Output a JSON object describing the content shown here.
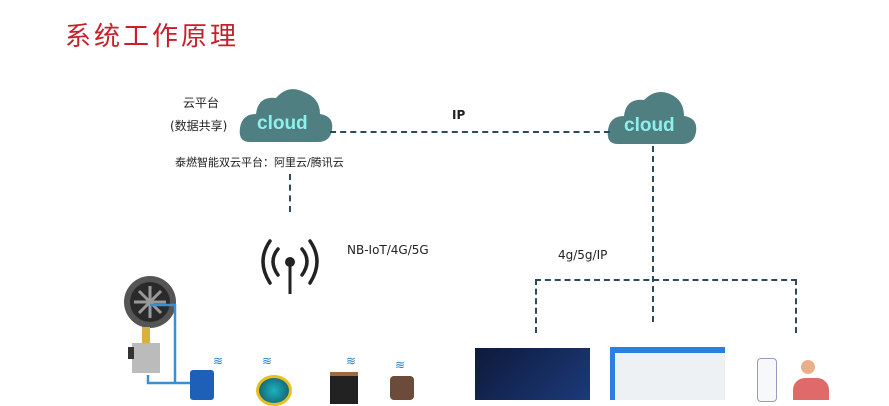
{
  "title": "系统工作原理",
  "cloud_platform": {
    "label": "云平台",
    "sublabel": "(数据共享)",
    "note": "泰燃智能双云平台：阿里云/腾讯云",
    "cloud_text": "cloud"
  },
  "right_cloud": {
    "cloud_text": "cloud"
  },
  "links": {
    "ip": "IP",
    "wireless": "NB-IoT/4G/5G",
    "terminals": "4g/5g/IP"
  },
  "colors": {
    "title": "#c8202a",
    "cloud": "#4f7f80",
    "cloud_text": "#8ef0ee",
    "dash": "#2b4a5c",
    "pipe": "#3a8fd0"
  }
}
